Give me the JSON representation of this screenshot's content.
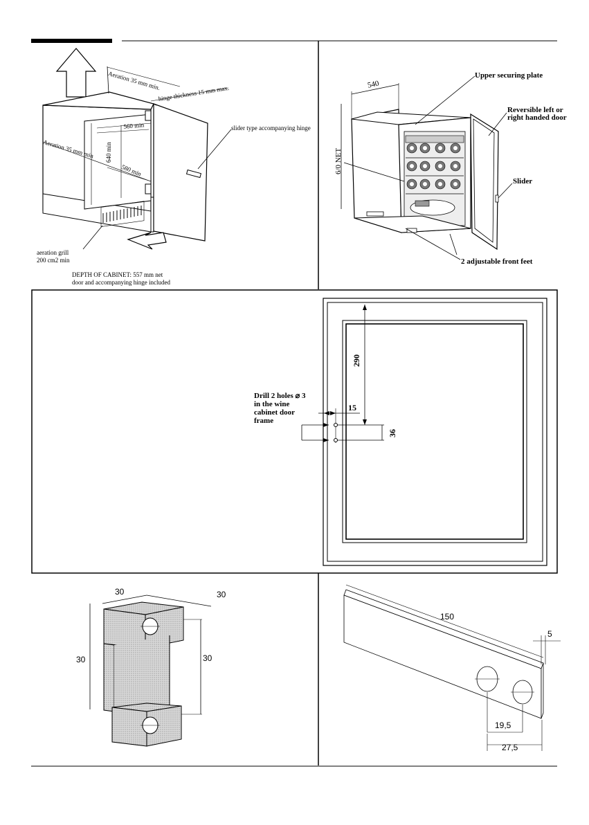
{
  "installation_panel": {
    "labels": {
      "aeration_top": "Aeration 35 mm min.",
      "hinge_thickness": "hinge thickness 15 mm max.",
      "width_560": "560 min",
      "height_640": "640 min",
      "depth_580": "580 min",
      "aeration_side": "Aeration 35 mm min",
      "slider_hinge": "slider type accompanying hinge",
      "grill_line1": "aeration grill",
      "grill_line2": "200 cm2 min",
      "depth_line1": "DEPTH OF CABINET: 557 mm net",
      "depth_line2": "door and accompanying hinge included"
    }
  },
  "appliance_panel": {
    "labels": {
      "width_540": "540",
      "height_net": "6/0 NET",
      "upper_plate": "Upper securing plate",
      "reversible_line1": "Reversible left or",
      "reversible_line2": "right handed door",
      "slider": "Slider",
      "front_feet": "2 adjustable front feet"
    }
  },
  "drill_panel": {
    "labels": {
      "drill_line1": "Drill 2 holes ⌀ 3",
      "drill_line2": "in the wine",
      "drill_line3": "cabinet door",
      "drill_line4": "frame",
      "dim_290": "290",
      "dim_15": "15",
      "dim_36": "36"
    }
  },
  "bracket_panel": {
    "labels": {
      "top_width": "30",
      "top_depth": "30",
      "left_height": "30",
      "right_height": "30"
    }
  },
  "plate_panel": {
    "labels": {
      "length": "150",
      "thickness": "5",
      "hole_offset_1": "19,5",
      "hole_offset_2": "27,5"
    }
  }
}
